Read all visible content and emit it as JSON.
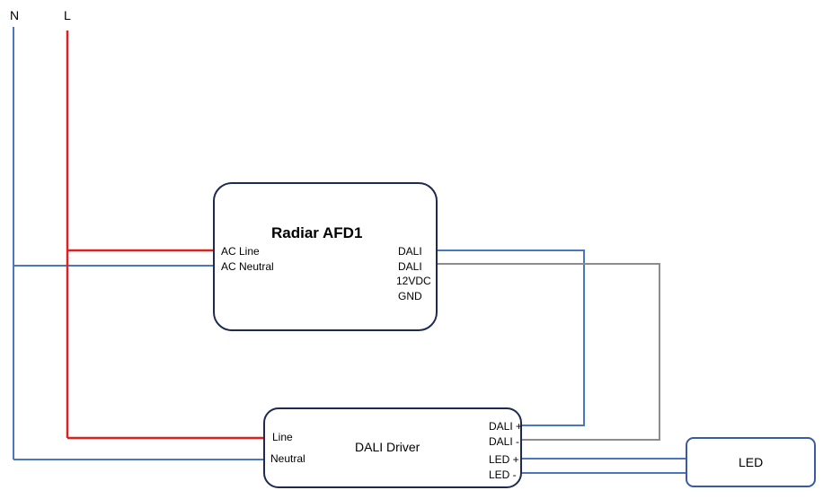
{
  "rails": {
    "neutral": "N",
    "line": "L"
  },
  "sensor": {
    "title": "Radiar AFD1",
    "inputs": [
      "AC Line",
      "AC Neutral"
    ],
    "outputs": [
      "DALI",
      "DALI",
      "12VDC",
      "GND"
    ]
  },
  "driver": {
    "title": "DALI Driver",
    "inputs": [
      "Line",
      "Neutral"
    ],
    "outputs": [
      "DALI +",
      "DALI -",
      "LED +",
      "LED -"
    ]
  },
  "load": {
    "title": "LED"
  },
  "colors": {
    "line_wire": "#e02020",
    "neutral_wire": "#4a78c0",
    "dali_wire_a": "#4a78c0",
    "dali_wire_b": "#8c8c8c",
    "box_border": "#1e2a50",
    "led_border": "#3a5aa8"
  }
}
